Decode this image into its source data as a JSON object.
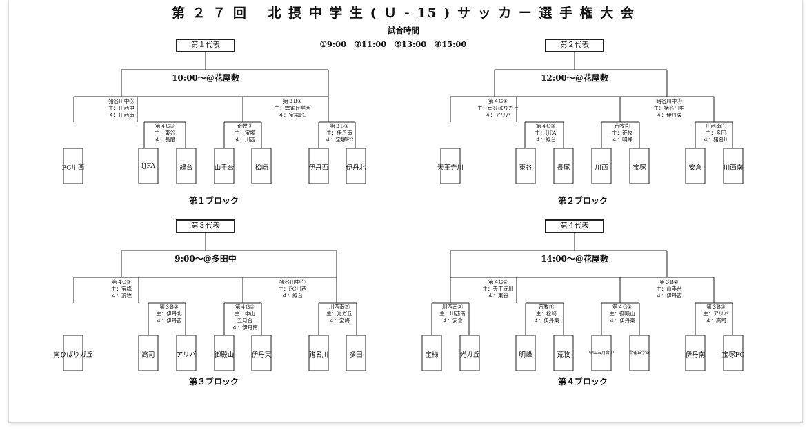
{
  "title": "第 ２ ７ 回　 北 摂 中 学 生 ( Ｕ - 15 ) サ ッ カ ー 選 手 権 大 会",
  "schedule": {
    "heading": "試合時間",
    "times": "①9:00　②11:00　③13:00　④15:00"
  },
  "blocks": [
    {
      "representative": "第１代表",
      "final_venue": "10:00～@花屋敷",
      "semi_left": "猪名川中③\n主：川西中\n４：川西南",
      "semi_right": "第３B①\n主：雲雀丘学園\n４：宝塚FC",
      "qf": [
        "第４G④\n主：東谷\n４：長尾",
        "荒牧③\n主：宝塚\n４：川西",
        "第３B①\n主：伊丹南\n４：宝塚FC"
      ],
      "teams": [
        "FC川西",
        "IJFA",
        "緑台",
        "山手台",
        "松崎",
        "伊丹西",
        "伊丹北"
      ],
      "label": "第１ブロック"
    },
    {
      "representative": "第２代表",
      "final_venue": "12:00～@花屋敷",
      "semi_left": "第４G①\n主：南ひばりガ丘\n４：アリバ",
      "semi_right": "猪名川中②\n主：猪名川中\n４：伊丹東",
      "qf": [
        "第４G③\n主：IJFA\n４：緑台",
        "荒牧②\n主：荒牧\n４：明峰",
        "川西南①\n主：多田\n４：猪名川"
      ],
      "teams": [
        "天王寺川",
        "東谷",
        "長尾",
        "川西",
        "宝塚",
        "安倉",
        "川西南"
      ],
      "label": "第２ブロック"
    },
    {
      "representative": "第３代表",
      "final_venue": "9:00～@多田中",
      "semi_left": "第４G③\n主：宝梅\n４：荒牧",
      "semi_right": "猪名川中①\n主：FC川西\n４：緑台",
      "qf": [
        "第３B②\n主：伊丹北\n４：伊丹西",
        "第４G②\n主：中山\n五月台\n４：伊丹南",
        "川西南③\n主：光ガ丘\n４：宝梅"
      ],
      "teams": [
        "南ひばりガ丘",
        "高司",
        "アリバ",
        "御殿山",
        "伊丹東",
        "猪名川",
        "多田"
      ],
      "label": "第３ブロック"
    },
    {
      "representative": "第４代表",
      "final_venue": "14:00～@花屋敷",
      "semi_left": "第４G②\n主：天王寺川\n４：東谷",
      "semi_right": "第３B②\n主：山手台\n４：伊丹西",
      "qf": [
        "川西南②\n主：川西南\n４：安倉",
        "荒牧①\n主：松崎\n４：伊丹東",
        "第４G①\n主：御殿山\n４：伊丹東",
        "第３B③\n主：アリバ\n４：高司"
      ],
      "teams": [
        "宝梅",
        "光ガ丘",
        "明峰",
        "荒牧",
        "中山五月台中",
        "雲雀丘学園",
        "伊丹南",
        "宝塚FC"
      ],
      "label": "第４ブロック"
    }
  ]
}
